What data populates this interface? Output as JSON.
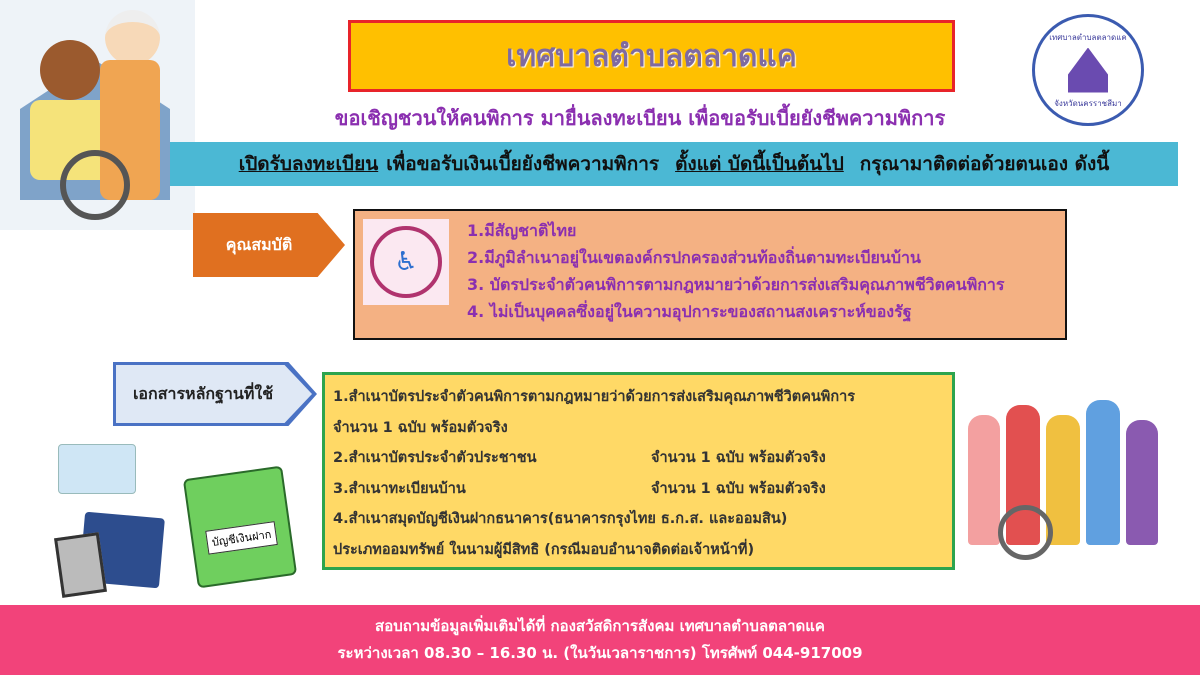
{
  "header": {
    "title": "เทศบาลตำบลตลาดแค",
    "subtitle": "ขอเชิญชวนให้คนพิการ มายื่นลงทะเบียน เพื่อขอรับเบี้ยยังชีพความพิการ",
    "logo_text_top": "เทศบาลตำบลตลาดแค",
    "logo_text_bottom": "จังหวัดนครราชสีมา"
  },
  "banner": {
    "part1": "เปิดรับลงทะเบียน",
    "part2": "เพื่อขอรับเงินเบี้ยยังชีพความพิการ",
    "part3": "ตั้งแต่ บัดนี้เป็นต้นไป",
    "part4": "กรุณามาติดต่อด้วยตนเอง ดังนี้"
  },
  "qualifications": {
    "label": "คุณสมบัติ",
    "items": [
      "1.มีสัญชาติไทย",
      "2.มีภูมิลำเนาอยู่ในเขตองค์กรปกครองส่วนท้องถิ่นตามทะเบียนบ้าน",
      "3. บัตรประจำตัวคนพิการตามกฎหมายว่าด้วยการส่งเสริมคุณภาพชีวิตคนพิการ",
      "4. ไม่เป็นบุคคลซึ่งอยู่ในความอุปการะของสถานสงเคราะห์ของรัฐ"
    ]
  },
  "documents": {
    "label": "เอกสารหลักฐานที่ใช้",
    "line1": "1.สำเนาบัตรประจำตัวคนพิการตามกฎหมายว่าด้วยการส่งเสริมคุณภาพชีวิตคนพิการ",
    "line1b": "จำนวน 1 ฉบับ พร้อมตัวจริง",
    "line2": "2.สำเนาบัตรประจำตัวประชาชน",
    "line2b": "จำนวน 1 ฉบับ พร้อมตัวจริง",
    "line3": "3.สำเนาทะเบียนบ้าน",
    "line3b": "จำนวน 1 ฉบับ  พร้อมตัวจริง",
    "line4": "4.สำเนาสมุดบัญชีเงินฝากธนาคาร(ธนาคารกรุงไทย ธ.ก.ส. และออมสิน)",
    "line4b": "ประเภทออมทรัพย์  ในนามผู้มีสิทธิ  (กรณีมอบอำนาจติดต่อเจ้าหน้าที่)",
    "bankbook_label": "บัญชีเงินฝาก"
  },
  "footer": {
    "line1": "สอบถามข้อมูลเพิ่มเติมได้ที่  กองสวัสดิการสังคม เทศบาลตำบลตลาดแค",
    "line2": "ระหว่างเวลา 08.30 – 16.30 น. (ในวันเวลาราชการ)  โทรศัพท์ 044-917009"
  },
  "colors": {
    "title_bg": "#ffc000",
    "banner": "#4bb8d4",
    "qual_bg": "#f4b183",
    "doc_bg": "#ffd966",
    "footer": "#f2437a",
    "accent_purple": "#8b2fb0"
  }
}
